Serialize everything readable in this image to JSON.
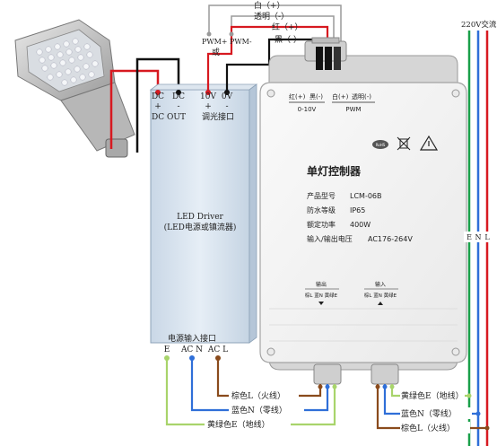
{
  "top_wires": {
    "white_label": "白（+）",
    "transparent_label": "透明（-）",
    "pwm_label": "PWM+ PWM-",
    "or_label": "或",
    "red_label": "红（+）",
    "black_label": "黑（-）"
  },
  "ac_line": {
    "label": "220V交流",
    "letters": [
      "E",
      "N",
      "L"
    ]
  },
  "driver": {
    "dc_plus": "DC",
    "dc_minus": "DC",
    "v10": "10V",
    "v0": "0V",
    "plus": "+",
    "minus": "-",
    "dc_out": "DC OUT",
    "dimming_port": "调光接口",
    "title_line1": "LED Driver",
    "title_line2": "(LED电源或镇流器)",
    "power_port": "电源输入接口",
    "term_e": "E",
    "term_acn": "AC N",
    "term_acl": "AC L"
  },
  "controller": {
    "red_plus": "红(+)",
    "black_minus": "黑(-)",
    "white_plus": "白(+)",
    "transparent_minus": "透明(-)",
    "range": "0-10V",
    "pwm": "PWM",
    "rohs": "RoHS",
    "title": "单灯控制器",
    "spec_labels": [
      "产品型号",
      "防水等级",
      "额定功率",
      "输入/输出电压"
    ],
    "spec_values": [
      "LCM-06B",
      "IP65",
      "400W",
      "AC176-264V"
    ],
    "output_label": "输出",
    "input_label": "输入",
    "terminal_text": "棕L 蓝N 黄绿E"
  },
  "wire_labels": {
    "brown_live": "棕色L（火线）",
    "blue_neutral": "蓝色N（零线）",
    "yg_earth": "黄绿色E（地线）"
  },
  "colors": {
    "red": "#d71920",
    "black": "#111111",
    "green": "#1aa04a",
    "blue": "#2f6fd8",
    "brown": "#8a4b1c",
    "yellowgreen": "#a8d46b",
    "grey": "#9a9a9a"
  }
}
